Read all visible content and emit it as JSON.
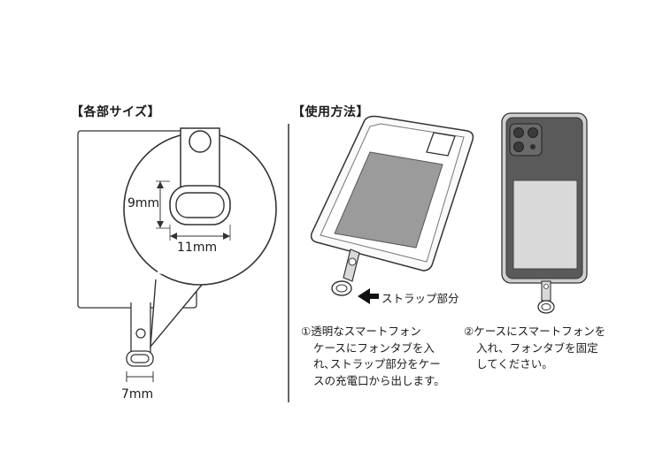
{
  "left_panel": {
    "heading": "【各部サイズ】",
    "dim_height": "9mm",
    "dim_width": "11mm",
    "dim_strap": "7mm"
  },
  "right_panel": {
    "heading": "【使用方法】",
    "strap_label": "ストラップ部分",
    "steps": [
      {
        "lines": [
          "①透明なスマートフォン",
          "ケースにフォンタブを入",
          "れ､ストラップ部分をケー",
          "スの充電口から出します。"
        ]
      },
      {
        "lines": [
          "②ケースにスマートフォンを",
          "入れ、フォンタブを固定",
          "してください。"
        ]
      }
    ]
  },
  "colors": {
    "outline": "#333333",
    "tab_fill": "#d9d9d9",
    "case_grey": "#9b9b9b",
    "phone_dark": "#4a4a4a"
  }
}
